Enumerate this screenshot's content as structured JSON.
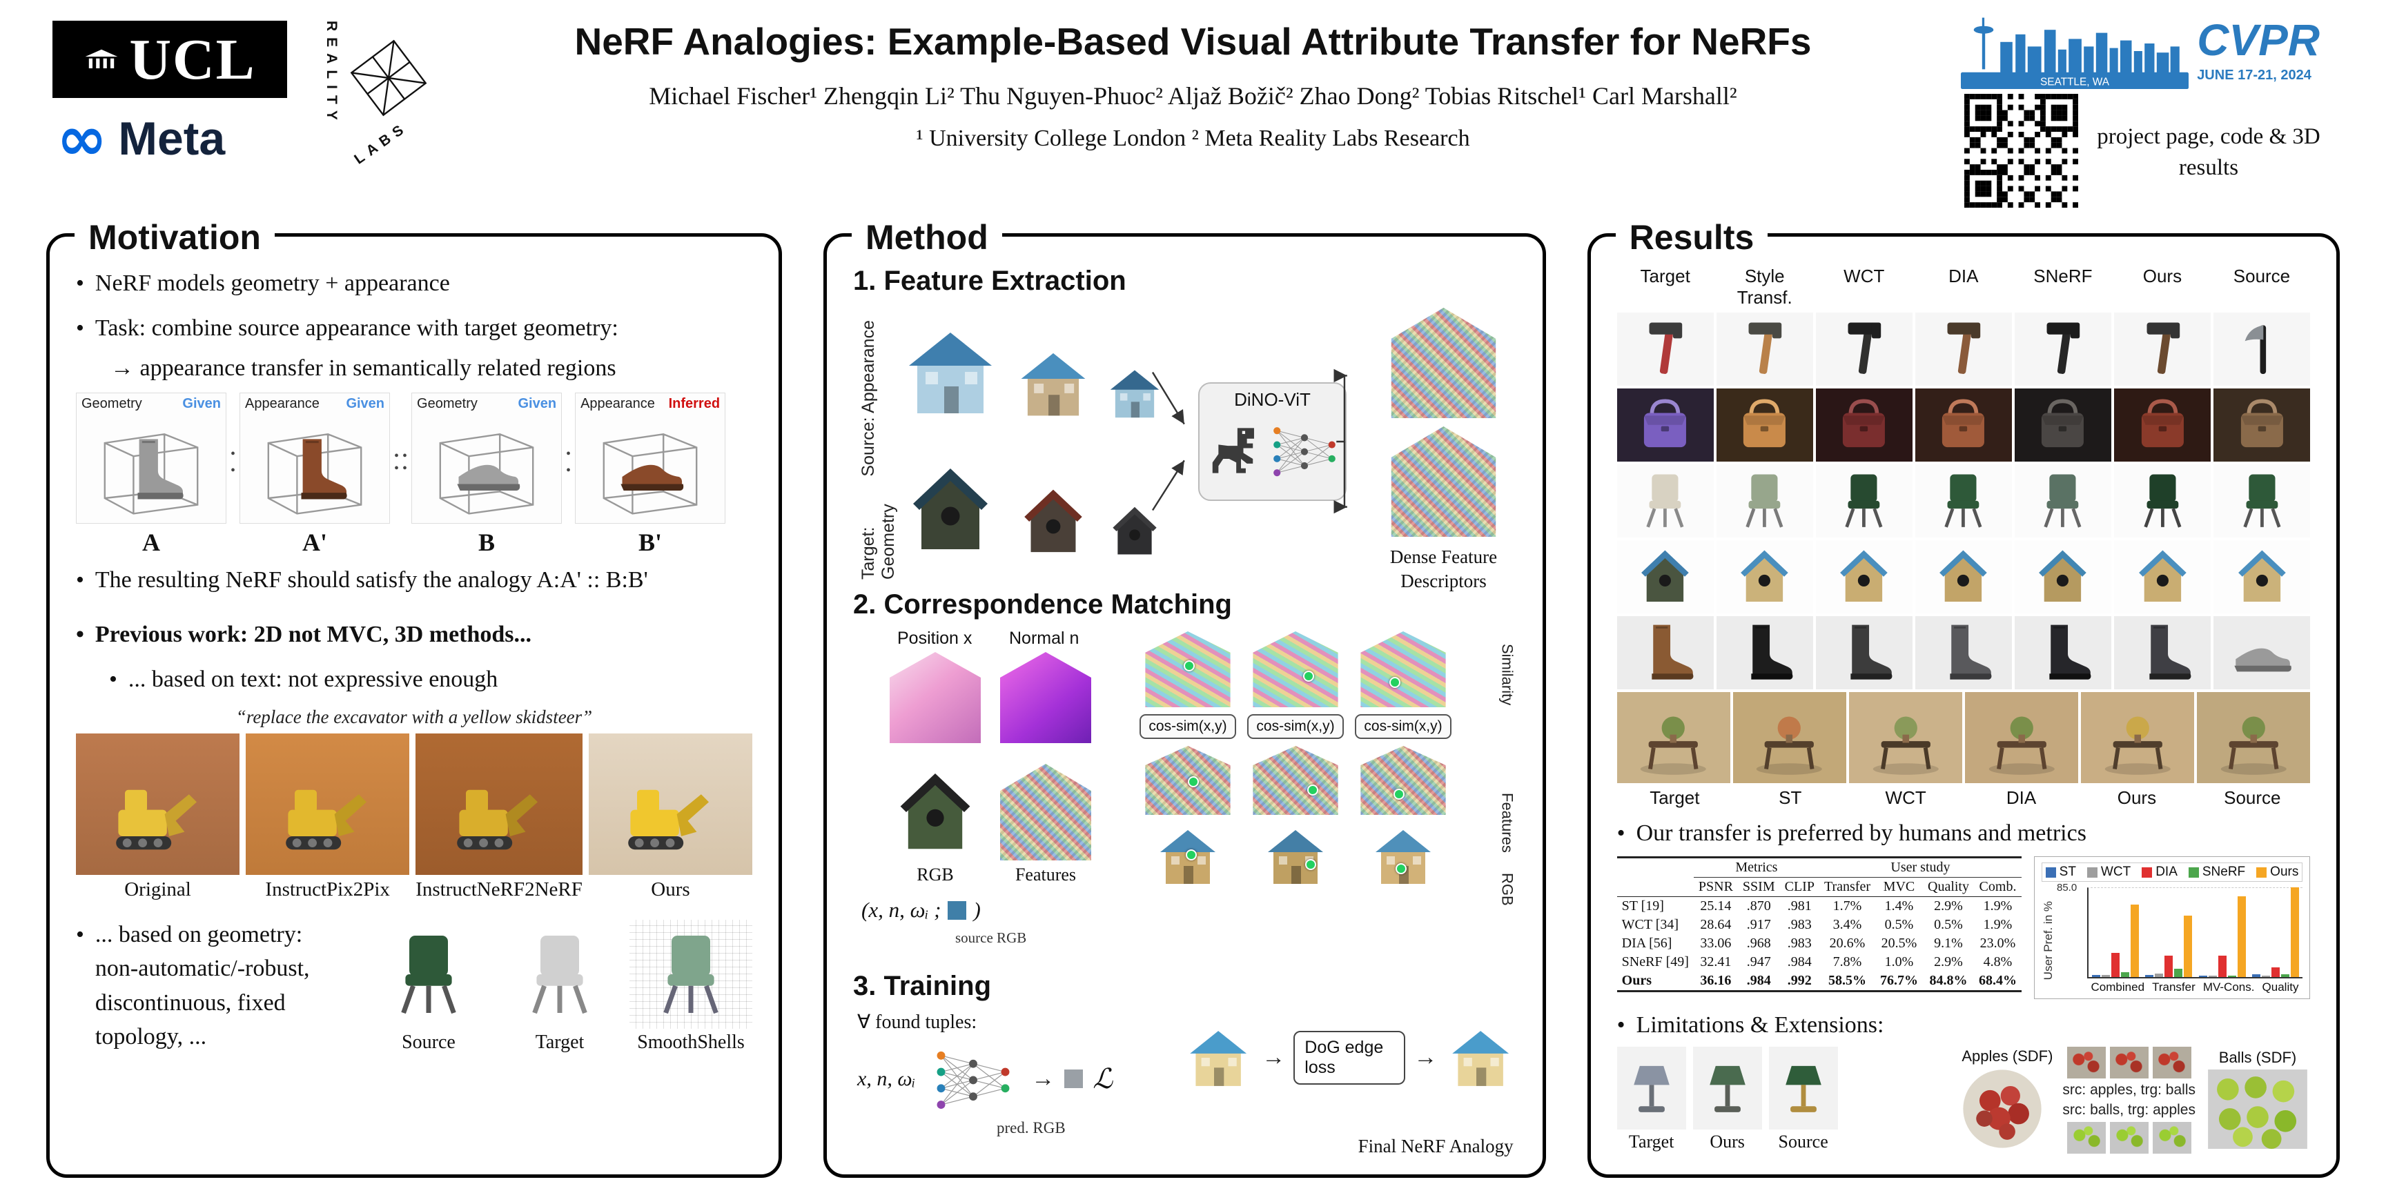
{
  "header": {
    "title": "NeRF Analogies: Example-Based Visual Attribute Transfer for NeRFs",
    "authors": "Michael Fischer¹   Zhengqin Li²   Thu Nguyen-Phuoc²   Aljaž Božič²   Zhao Dong²   Tobias Ritschel¹   Carl Marshall²",
    "affiliations": "¹ University College London     ² Meta Reality Labs Research",
    "logos": {
      "ucl": "UCL",
      "meta": "Meta",
      "reality_labs_word1": "REALITY",
      "reality_labs_word2": "LABS"
    },
    "conference": {
      "name": "CVPR",
      "dates": "JUNE 17-21, 2024",
      "location": "SEATTLE, WA"
    },
    "qr_caption": "project page, code & 3D results"
  },
  "motivation": {
    "panel_title": "Motivation",
    "bullet1": "NeRF models geometry + appearance",
    "bullet2": "Task: combine source appearance with target geometry:",
    "bullet2_sub": "→ appearance transfer in semantically related regions",
    "analogy_fig": {
      "items": [
        {
          "kind": "Geometry",
          "status": "Given",
          "label": "A"
        },
        {
          "kind": "Appearance",
          "status": "Given",
          "label": "A'"
        },
        {
          "kind": "Geometry",
          "status": "Given",
          "label": "B"
        },
        {
          "kind": "Appearance",
          "status": "Inferred",
          "label": "B'"
        }
      ]
    },
    "bullet3": "The resulting NeRF should satisfy the analogy A:A' :: B:B'",
    "bullet4": "Previous work: 2D not MVC, 3D methods...",
    "bullet4a": "... based on text: not expressive enough",
    "quote": "“replace the excavator with a yellow skidsteer”",
    "excavator_labels": [
      "Original",
      "InstructPix2Pix",
      "InstructNeRF2NeRF",
      "Ours"
    ],
    "bullet4b_line1": "... based on geometry:",
    "bullet4b_line2": "non-automatic/-robust,",
    "bullet4b_line3": "discontinuous, fixed topology, ...",
    "chair_labels": [
      "Source",
      "Target",
      "SmoothShells"
    ]
  },
  "method": {
    "panel_title": "Method",
    "step1": "1. Feature Extraction",
    "source_label": "Source: Appearance",
    "target_label": "Target: Geometry",
    "dino": "DiNO-ViT",
    "dense": "Dense Feature Descriptors",
    "step2": "2. Correspondence Matching",
    "position_label": "Position x",
    "normal_label": "Normal n",
    "rgb_label": "RGB",
    "features_label": "Features",
    "cos_sim": "cos-sim(x,y)",
    "side_labels": [
      "Similarity",
      "Features",
      "RGB"
    ],
    "tuple_prefix": "(x, n, ωᵢ ;",
    "tuple_suffix": ")",
    "source_rgb": "source RGB",
    "step3": "3. Training",
    "forall": "∀ found tuples:",
    "net_input": "x, n, ωᵢ",
    "pred_rgb": "pred. RGB",
    "loss": "ℒ",
    "dog": "DoG edge loss",
    "final": "Final NeRF Analogy"
  },
  "results": {
    "panel_title": "Results",
    "col_headers": [
      "Target",
      "Style Transf.",
      "WCT",
      "DIA",
      "SNeRF",
      "Ours",
      "Source"
    ],
    "bottom_labels": [
      "Target",
      "ST",
      "WCT",
      "DIA",
      "Ours",
      "Source"
    ],
    "bullet1": "Our transfer is preferred by humans and metrics",
    "table": {
      "group_headers": [
        "Metrics",
        "User study"
      ],
      "col_headers": [
        "PSNR",
        "SSIM",
        "CLIP",
        "Transfer",
        "MVC",
        "Quality",
        "Comb."
      ],
      "rows": [
        {
          "name": "ST [19]",
          "values": [
            "25.14",
            ".870",
            ".981",
            "1.7%",
            "1.4%",
            "2.9%",
            "1.9%"
          ]
        },
        {
          "name": "WCT [34]",
          "values": [
            "28.64",
            ".917",
            ".983",
            "3.4%",
            "0.5%",
            "0.5%",
            "1.9%"
          ]
        },
        {
          "name": "DIA [56]",
          "values": [
            "33.06",
            ".968",
            ".983",
            "20.6%",
            "20.5%",
            "9.1%",
            "23.0%"
          ]
        },
        {
          "name": "SNeRF [49]",
          "values": [
            "32.41",
            ".947",
            ".984",
            "7.8%",
            "1.0%",
            "2.9%",
            "4.8%"
          ]
        },
        {
          "name": "Ours",
          "values": [
            "36.16",
            ".984",
            ".992",
            "58.5%",
            "76.7%",
            "84.8%",
            "68.4%"
          ]
        }
      ]
    },
    "bullet2": "Limitations & Extensions:",
    "lamp_labels": [
      "Target",
      "Ours",
      "Source"
    ],
    "apples_sdf": "Apples (SDF)",
    "balls_sdf": "Balls (SDF)",
    "src_apples": "src: apples, trg: balls",
    "src_balls": "src: balls, trg: apples"
  },
  "chart_data": {
    "type": "bar",
    "categories": [
      "Combined",
      "Transfer",
      "MV-Cons.",
      "Quality"
    ],
    "series": [
      {
        "name": "ST",
        "color": "#3b6fb5",
        "values": [
          1.9,
          1.7,
          1.4,
          2.9
        ]
      },
      {
        "name": "WCT",
        "color": "#9e9e9e",
        "values": [
          1.9,
          3.4,
          0.5,
          0.5
        ]
      },
      {
        "name": "DIA",
        "color": "#e03030",
        "values": [
          23.0,
          20.6,
          20.5,
          9.1
        ]
      },
      {
        "name": "SNeRF",
        "color": "#4ca64c",
        "values": [
          4.8,
          7.8,
          1.0,
          2.9
        ]
      },
      {
        "name": "Ours",
        "color": "#f5a623",
        "values": [
          68.4,
          58.5,
          76.7,
          84.8
        ]
      }
    ],
    "ylabel": "User Pref. in %",
    "ylim": [
      0,
      85
    ],
    "ytick_top": "85.0",
    "legend_position": "top"
  }
}
